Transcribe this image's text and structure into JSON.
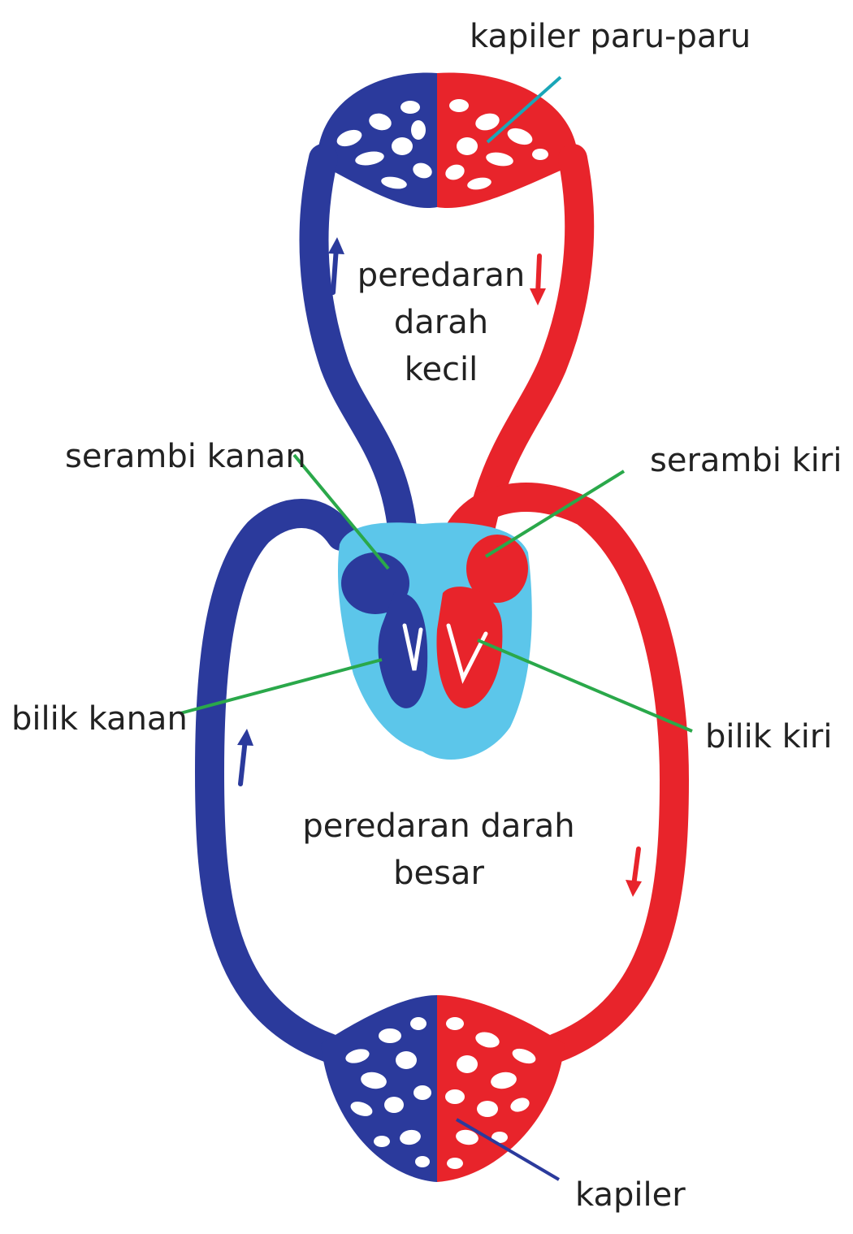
{
  "colors": {
    "oxygenated": "#e8242b",
    "deoxygenated": "#2b3a9c",
    "heart_bg": "#5cc6ea",
    "leader_green": "#2aa84a",
    "leader_cyan": "#1aa6b8",
    "leader_blue": "#2b3a9c"
  },
  "labels": {
    "kapiler_paru": "kapiler paru-paru",
    "serambi_kanan": "serambi kanan",
    "serambi_kiri": "serambi kiri",
    "bilik_kanan": "bilik kanan",
    "bilik_kiri": "bilik kiri",
    "kapiler": "kapiler"
  },
  "small_circulation": [
    "peredaran",
    "darah",
    "kecil"
  ],
  "large_circulation": [
    "peredaran darah",
    "besar"
  ]
}
